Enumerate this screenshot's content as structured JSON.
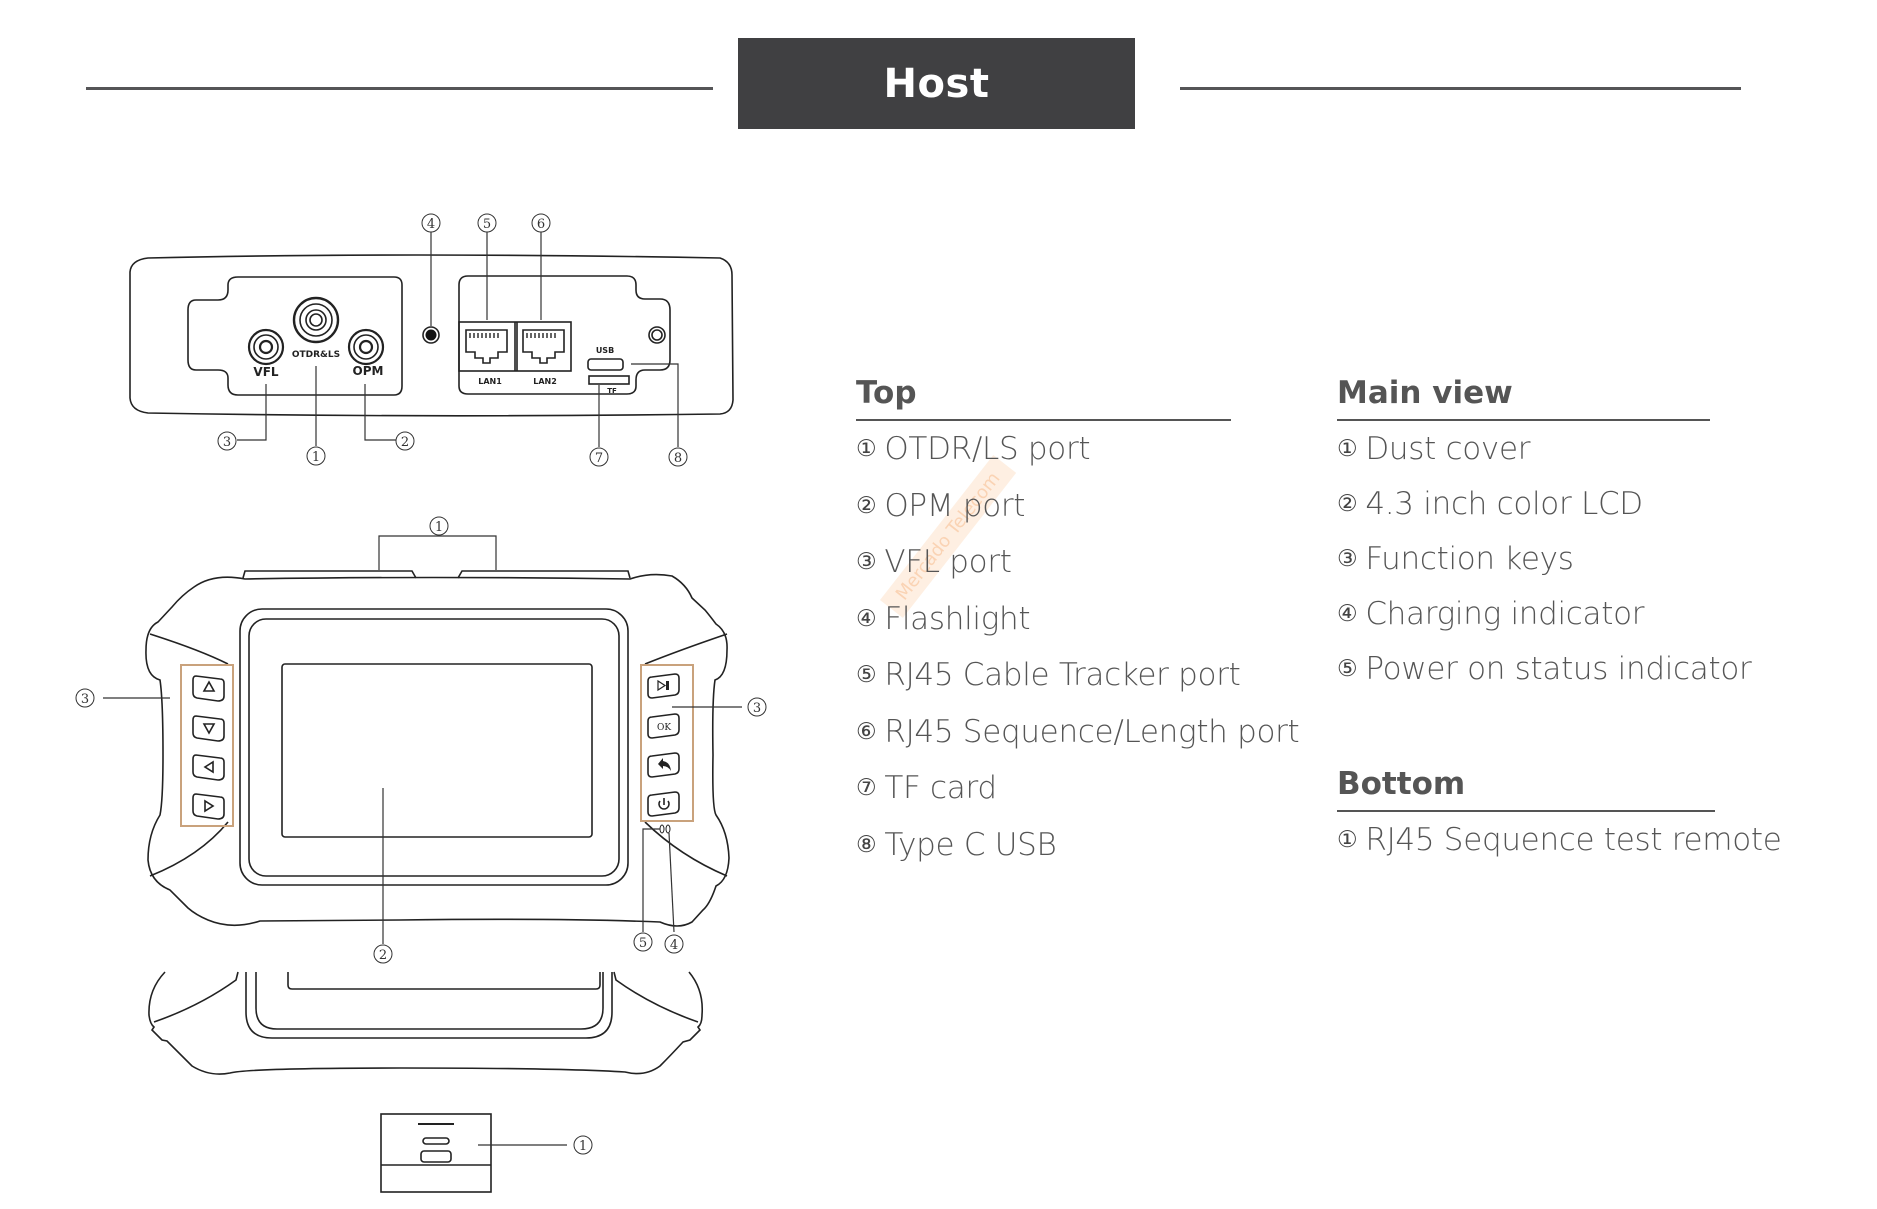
{
  "header": {
    "title": "Host"
  },
  "diagram": {
    "top_view": {
      "port_labels": {
        "vfl": "VFL",
        "otdr": "OTDR&LS",
        "opm": "OPM",
        "lan1": "LAN1",
        "lan2": "LAN2",
        "usb": "USB",
        "tf": "TF"
      },
      "callouts": [
        "①",
        "②",
        "③",
        "④",
        "⑤",
        "⑥",
        "⑦",
        "⑧"
      ]
    },
    "main_view": {
      "callouts": {
        "dust_cover": "①",
        "lcd": "②",
        "keys_left": "③",
        "keys_right": "③",
        "power_indicator": "⑤",
        "charging_indicator": "④"
      },
      "keys": {
        "left": [
          "up-arrow-icon",
          "down-arrow-icon",
          "left-arrow-icon",
          "right-arrow-icon"
        ],
        "right": [
          "play-pause-icon",
          "OK",
          "back-icon",
          "power-icon"
        ],
        "ok_label": "OK"
      },
      "highlight_color": "#c9a27c"
    },
    "bottom_view": {
      "callouts": {
        "remote": "①"
      }
    }
  },
  "legend": {
    "top": {
      "heading": "Top",
      "items": [
        {
          "num": "①",
          "label": "OTDR/LS port"
        },
        {
          "num": "②",
          "label": "OPM port"
        },
        {
          "num": "③",
          "label": "VFL port"
        },
        {
          "num": "④",
          "label": "Flashlight"
        },
        {
          "num": "⑤",
          "label": "RJ45 Cable Tracker port"
        },
        {
          "num": "⑥",
          "label": "RJ45 Sequence/Length port"
        },
        {
          "num": "⑦",
          "label": "TF card"
        },
        {
          "num": "⑧",
          "label": "Type C USB"
        }
      ]
    },
    "main_view": {
      "heading": "Main view",
      "items": [
        {
          "num": "①",
          "label": "Dust cover"
        },
        {
          "num": "②",
          "label": "4.3 inch color LCD"
        },
        {
          "num": "③",
          "label": "Function keys"
        },
        {
          "num": "④",
          "label": "Charging indicator"
        },
        {
          "num": "⑤",
          "label": "Power on status indicator"
        }
      ]
    },
    "bottom": {
      "heading": "Bottom",
      "items": [
        {
          "num": "①",
          "label": "RJ45 Sequence test remote"
        }
      ]
    }
  },
  "watermark": "Mercado Telecom"
}
